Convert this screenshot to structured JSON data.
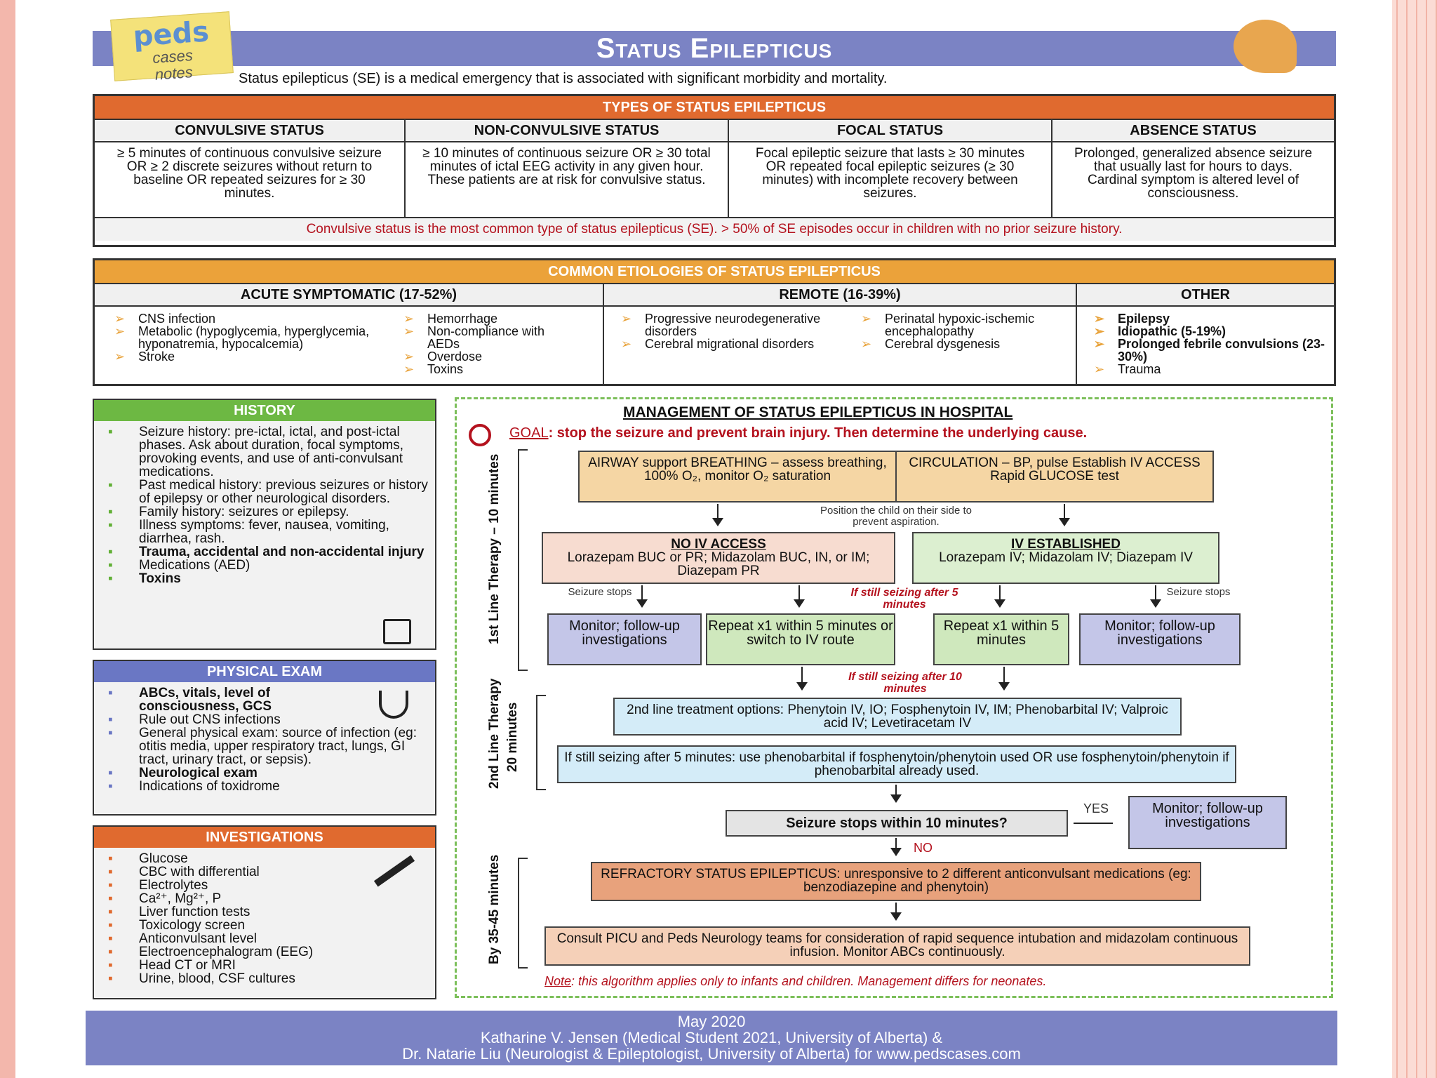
{
  "logo": {
    "line1": "peds",
    "line2": "cases",
    "line3": "notes"
  },
  "title": "Status Epilepticus",
  "intro": "Status epilepticus (SE) is a medical emergency that is associated with significant morbidity and mortality.",
  "types": {
    "header": "TYPES OF STATUS EPILEPTICUS",
    "columns": [
      {
        "title": "CONVULSIVE STATUS",
        "text": "≥ 5 minutes of continuous convulsive seizure OR ≥ 2 discrete seizures without return to baseline OR repeated seizures for ≥ 30 minutes."
      },
      {
        "title": "NON-CONVULSIVE STATUS",
        "text": "≥ 10 minutes of continuous seizure OR ≥ 30 total minutes of ictal EEG activity in any given hour. These patients are at risk for convulsive status."
      },
      {
        "title": "FOCAL STATUS",
        "text": "Focal epileptic seizure that lasts ≥ 30 minutes OR repeated focal epileptic seizures (≥ 30 minutes) with incomplete recovery between seizures."
      },
      {
        "title": "ABSENCE STATUS",
        "text": "Prolonged, generalized absence seizure that usually last for hours to days. Cardinal symptom is altered level of consciousness."
      }
    ],
    "footnote": "Convulsive status is the most common type of status epilepticus (SE). > 50% of SE episodes occur in children with no prior seizure history."
  },
  "etiologies": {
    "header": "COMMON ETIOLOGIES OF STATUS EPILEPTICUS",
    "acute_title": "ACUTE SYMPTOMATIC (17-52%)",
    "acute_a": [
      "CNS infection",
      "Metabolic (hypoglycemia, hyperglycemia, hyponatremia, hypocalcemia)",
      "Stroke"
    ],
    "acute_b": [
      "Hemorrhage",
      "Non-compliance with AEDs",
      "Overdose",
      "Toxins"
    ],
    "remote_title": "REMOTE (16-39%)",
    "remote_a": [
      "Progressive neurodegenerative disorders",
      "Cerebral migrational disorders"
    ],
    "remote_b": [
      "Perinatal hypoxic-ischemic encephalopathy",
      "Cerebral dysgenesis"
    ],
    "other_title": "OTHER",
    "other": [
      "Epilepsy",
      "Idiopathic (5-19%)",
      "Prolonged febrile convulsions (23-30%)",
      "Trauma"
    ]
  },
  "history": {
    "header": "HISTORY",
    "items": [
      "Seizure history: pre-ictal, ictal, and post-ictal phases. Ask about duration, focal symptoms, provoking events, and use of anti-convulsant medications.",
      "Past medical history: previous seizures or history of epilepsy or other neurological disorders.",
      "Family history: seizures or epilepsy.",
      "Illness symptoms: fever, nausea, vomiting, diarrhea, rash.",
      "Trauma, accidental and non-accidental injury",
      "Medications (AED)",
      "Toxins"
    ]
  },
  "exam": {
    "header": "PHYSICAL EXAM",
    "items": [
      "ABCs, vitals, level of consciousness, GCS",
      "Rule out CNS infections",
      "General physical exam: source of infection (eg: otitis media, upper respiratory tract, lungs, GI tract, urinary tract, or sepsis).",
      "Neurological exam",
      "Indications of toxidrome"
    ]
  },
  "investigations": {
    "header": "INVESTIGATIONS",
    "items": [
      "Glucose",
      "CBC with differential",
      "Electrolytes",
      "Ca²⁺, Mg²⁺, P",
      "Liver function tests",
      "Toxicology screen",
      "Anticonvulsant level",
      "Electroencephalogram (EEG)",
      "Head CT or MRI",
      "Urine, blood, CSF cultures"
    ]
  },
  "management": {
    "title": "MANAGEMENT OF STATUS EPILEPTICUS IN HOSPITAL",
    "goal_label": "GOAL",
    "goal": ": stop the seizure and prevent brain injury. Then determine the underlying cause.",
    "phase1": "1st Line Therapy – 10 minutes",
    "phase2a": "2nd Line Therapy",
    "phase2b": "20 minutes",
    "phase3": "By 35-45 minutes",
    "airway": "AIRWAY support BREATHING – assess breathing, 100% O₂, monitor O₂ saturation",
    "circulation": "CIRCULATION – BP, pulse Establish IV ACCESS Rapid GLUCOSE test",
    "position": "Position the child on their side to prevent aspiration.",
    "no_iv_title": "NO IV ACCESS",
    "no_iv": "Lorazepam BUC or PR; Midazolam BUC, IN, or IM; Diazepam PR",
    "iv_title": "IV ESTABLISHED",
    "iv": "Lorazepam IV; Midazolam IV; Diazepam IV",
    "seizure_stops": "Seizure stops",
    "still_5": "If still seizing after 5 minutes",
    "still_10": "If still seizing after 10 minutes",
    "monitor": "Monitor; follow-up investigations",
    "repeat_a": "Repeat x1 within 5 minutes or switch to IV route",
    "repeat_b": "Repeat x1 within 5 minutes",
    "second_line": "2nd line treatment options: Phenytoin IV, IO; Fosphenytoin IV, IM; Phenobarbital IV; Valproic acid IV; Levetiracetam IV",
    "still_after": "If still seizing after 5 minutes: use phenobarbital if fosphenytoin/phenytoin used OR use fosphenytoin/phenytoin if phenobarbital already used.",
    "question": "Seizure stops within 10 minutes?",
    "yes": "YES",
    "no": "NO",
    "refractory": "REFRACTORY STATUS EPILEPTICUS: unresponsive to 2 different anticonvulsant medications (eg: benzodiazepine and phenytoin)",
    "consult": "Consult PICU and Peds Neurology teams for consideration of rapid sequence intubation and midazolam continuous infusion. Monitor ABCs continuously.",
    "note_label": "Note",
    "note": ": this algorithm applies only to infants and children. Management differs for neonates."
  },
  "footer": {
    "date": "May 2020",
    "line1": "Katharine V. Jensen (Medical Student 2021, University of Alberta) &",
    "line2": "Dr. Natarie Liu (Neurologist & Epileptologist, University of Alberta) for www.pedscases.com"
  },
  "colors": {
    "orange": "#e06a2f",
    "amber": "#eba23a",
    "green": "#6db843",
    "blue": "#6a77c4",
    "header": "#7b83c4"
  }
}
